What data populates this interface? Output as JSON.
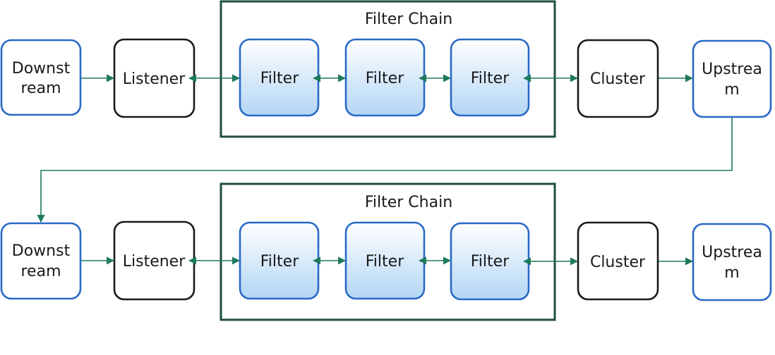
{
  "colors": {
    "plain_border": "#1a1a1a",
    "endpoint_border": "#2a69c6",
    "filter_fill_top": "#ffffff",
    "filter_fill_bottom": "#b3d6f5",
    "chain_border": "#1f4d3d",
    "connector": "#1f7a5c"
  },
  "rows": [
    {
      "chain_title": "Filter Chain",
      "downstream": [
        "Downst",
        "ream"
      ],
      "listener": "Listener",
      "filters": [
        "Filter",
        "Filter",
        "Filter"
      ],
      "cluster": "Cluster",
      "upstream": [
        "Upstrea",
        "m"
      ]
    },
    {
      "chain_title": "Filter Chain",
      "downstream": [
        "Downst",
        "ream"
      ],
      "listener": "Listener",
      "filters": [
        "Filter",
        "Filter",
        "Filter"
      ],
      "cluster": "Cluster",
      "upstream": [
        "Upstrea",
        "m"
      ]
    }
  ]
}
